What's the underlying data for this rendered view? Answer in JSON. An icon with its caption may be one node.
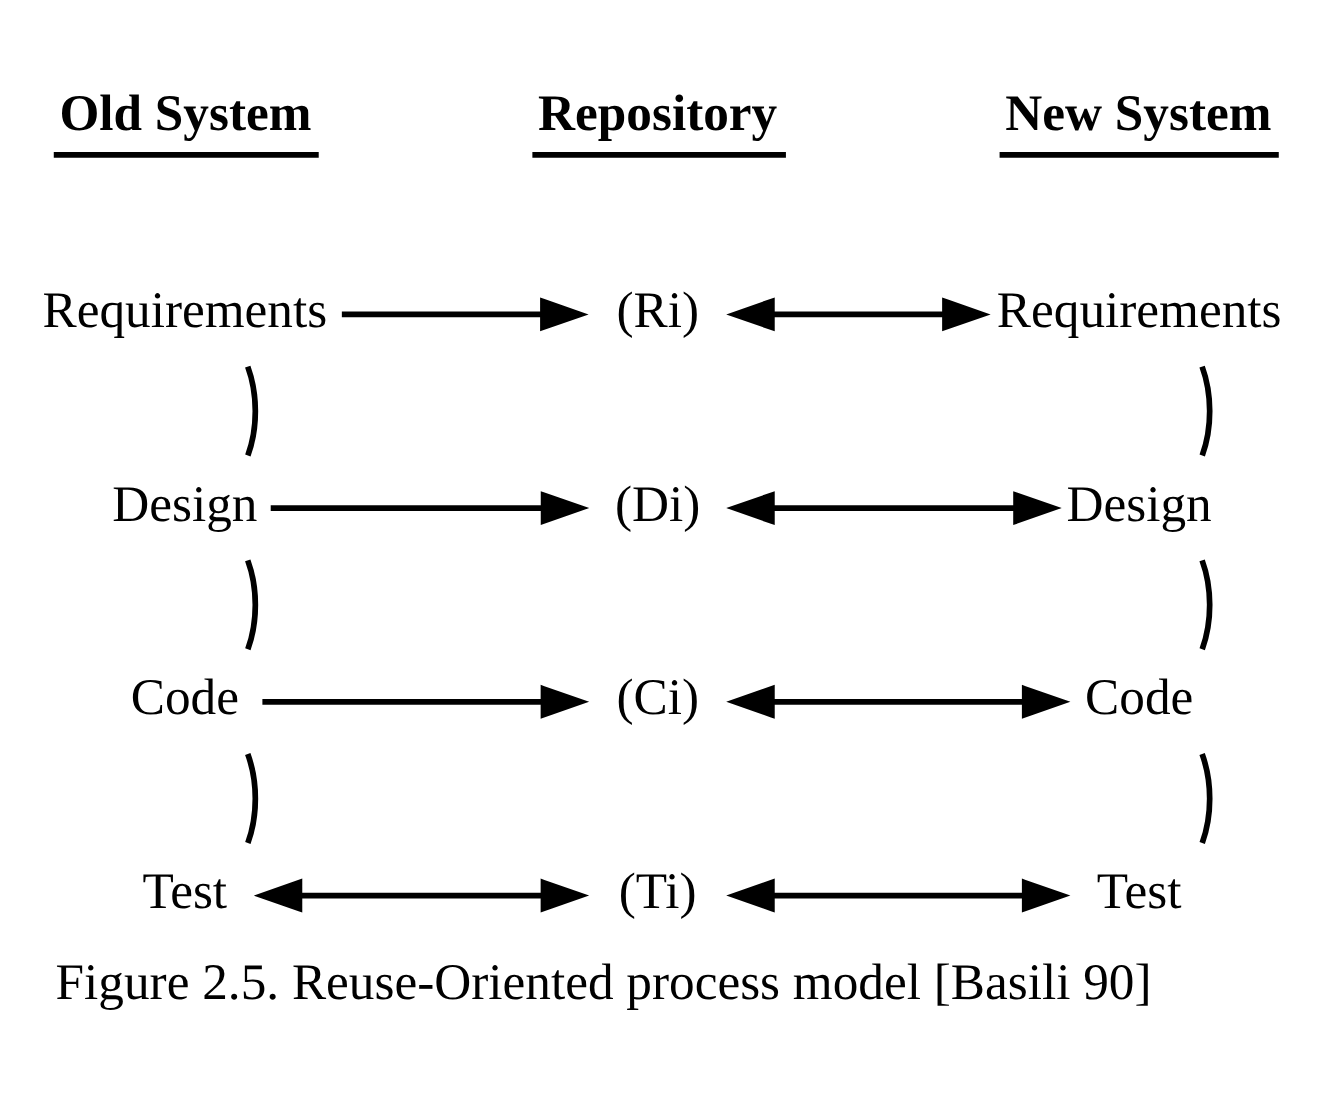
{
  "diagram": {
    "caption": "Figure 2.5. Reuse-Oriented process model [Basili 90]",
    "nodes": [
      {
        "text": [
          "Requirements"
        ]
      },
      {
        "text": [
          "(Ri)"
        ]
      },
      {
        "text": [
          "Requirements"
        ]
      },
      {
        "text": [
          "Design"
        ]
      },
      {
        "text": [
          "(Di)"
        ]
      },
      {
        "text": [
          "Design"
        ]
      },
      {
        "text": [
          "Code"
        ]
      },
      {
        "text": [
          "(Ci)"
        ]
      },
      {
        "text": [
          "Code"
        ]
      },
      {
        "text": [
          "Test"
        ]
      },
      {
        "text": [
          "(Ti)"
        ]
      },
      {
        "text": [
          "Test"
        ]
      }
    ],
    "edges": [
      {
        "from": 0,
        "to": 1,
        "arrow": "to"
      },
      {
        "from": 1,
        "to": 2,
        "arrow": "both"
      },
      {
        "from": 3,
        "to": 4,
        "arrow": "to"
      },
      {
        "from": 4,
        "to": 5,
        "arrow": "both"
      },
      {
        "from": 6,
        "to": 7,
        "arrow": "to"
      },
      {
        "from": 7,
        "to": 8,
        "arrow": "both"
      },
      {
        "from": 9,
        "to": 10,
        "arrow": "both"
      },
      {
        "from": 10,
        "to": 11,
        "arrow": "both"
      },
      {
        "from": 0,
        "to": 3,
        "arrow": "none"
      },
      {
        "from": 3,
        "to": 6,
        "arrow": "none"
      },
      {
        "from": 6,
        "to": 9,
        "arrow": "none"
      },
      {
        "from": 2,
        "to": 5,
        "arrow": "none"
      },
      {
        "from": 5,
        "to": 8,
        "arrow": "none"
      },
      {
        "from": 8,
        "to": 11,
        "arrow": "none"
      }
    ],
    "labels": [
      "Old System",
      "Repository",
      "New System"
    ]
  }
}
